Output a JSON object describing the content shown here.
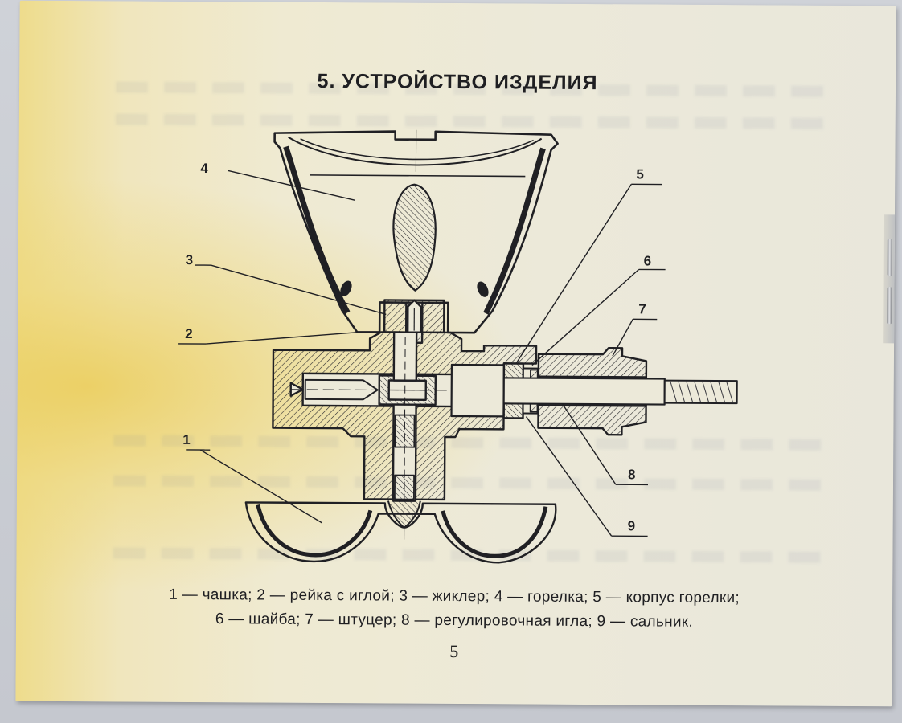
{
  "document": {
    "title": "5. УСТРОЙСТВО ИЗДЕЛИЯ",
    "callouts": {
      "c1": "1",
      "c2": "2",
      "c3": "3",
      "c4": "4",
      "c5": "5",
      "c6": "6",
      "c7": "7",
      "c8": "8",
      "c9": "9"
    },
    "caption_line1": "1 — чашка;  2 — рейка с иглой;  3 — жиклер;  4 — горелка;  5 — корпус горелки;",
    "caption_line2": "6 — шайба;  7 — штуцер;  8 — регулировочная игла;  9 — сальник.",
    "page_number": "5"
  },
  "colors": {
    "ink": "#1f1f22",
    "paper": "#ece9d9",
    "paper_yellow": "#eedc8c"
  }
}
